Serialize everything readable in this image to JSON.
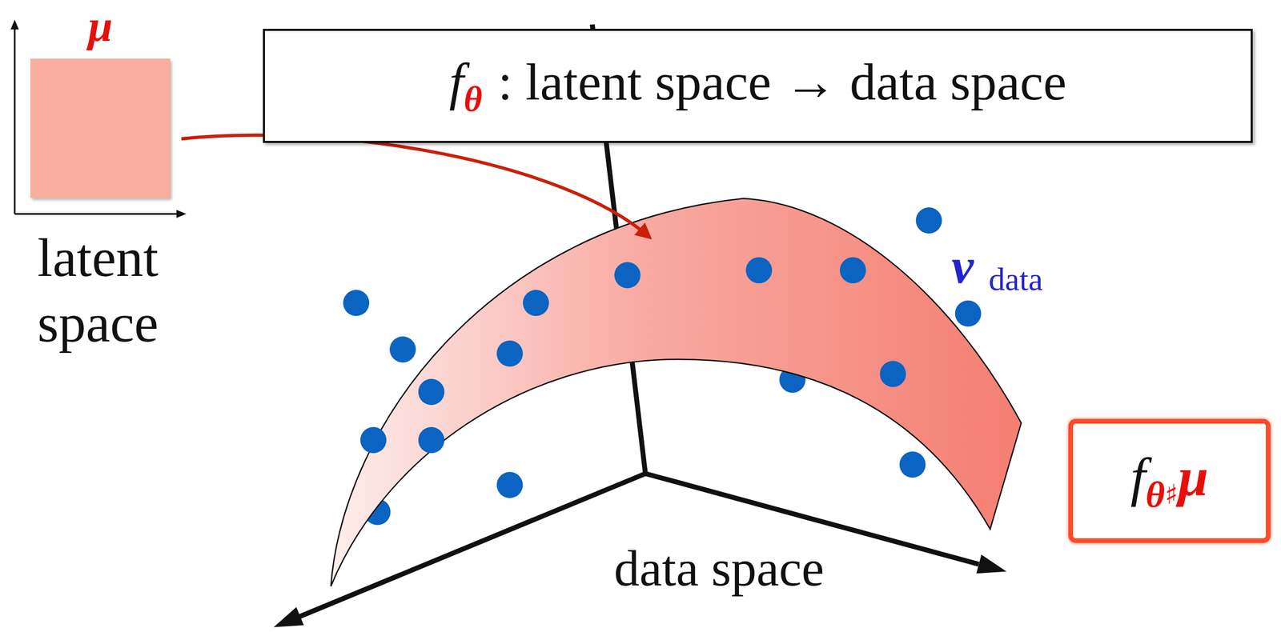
{
  "diagram": {
    "nodes": [
      {
        "text": [
          "μ"
        ]
      },
      {
        "text": [
          "f",
          "θ",
          ": latent space → data space"
        ]
      },
      {
        "text": [
          "f",
          "θ",
          "♯",
          "μ"
        ]
      }
    ],
    "labels": [
      "latent space",
      "ν",
      "data",
      "data space"
    ]
  }
}
